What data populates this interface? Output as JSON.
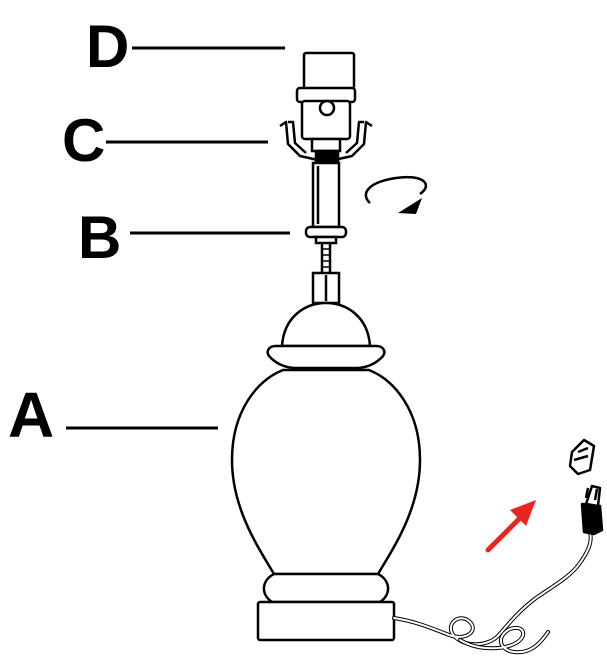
{
  "labels": {
    "a": "A",
    "b": "B",
    "c": "C",
    "d": "D"
  },
  "colors": {
    "line": "#000000",
    "arrow": "#e8251f",
    "background": "#ffffff"
  },
  "icons": {
    "rotation": "clockwise-rotation-arrow-icon",
    "plug": "power-plug-icon",
    "plug_cap": "plug-cap-icon",
    "direction": "red-direction-arrow-icon"
  }
}
